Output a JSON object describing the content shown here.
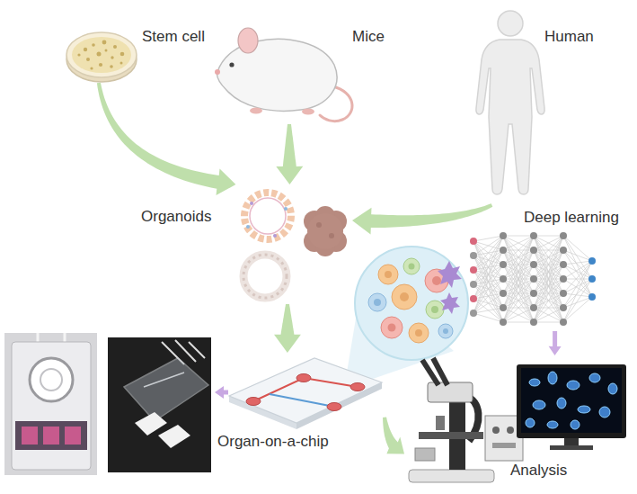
{
  "diagram": {
    "nodes": [
      {
        "text": [
          "Stem cell"
        ]
      },
      {
        "text": [
          "Mice"
        ]
      },
      {
        "text": [
          "Human"
        ]
      },
      {
        "text": [
          "Organoids"
        ]
      },
      {
        "text": [
          "Deep learning"
        ]
      },
      {
        "text": [
          "Organ-on-a-chip"
        ]
      },
      {
        "text": [
          "Analysis"
        ]
      }
    ],
    "edges": [
      {
        "from": 0,
        "to": 3,
        "arrow": "to"
      },
      {
        "from": 1,
        "to": 3,
        "arrow": "to"
      },
      {
        "from": 2,
        "to": 3,
        "arrow": "to"
      },
      {
        "from": 3,
        "to": 5,
        "arrow": "to"
      },
      {
        "from": 5,
        "to": 6,
        "arrow": "to"
      },
      {
        "from": 4,
        "to": 6,
        "arrow": "to"
      }
    ]
  }
}
